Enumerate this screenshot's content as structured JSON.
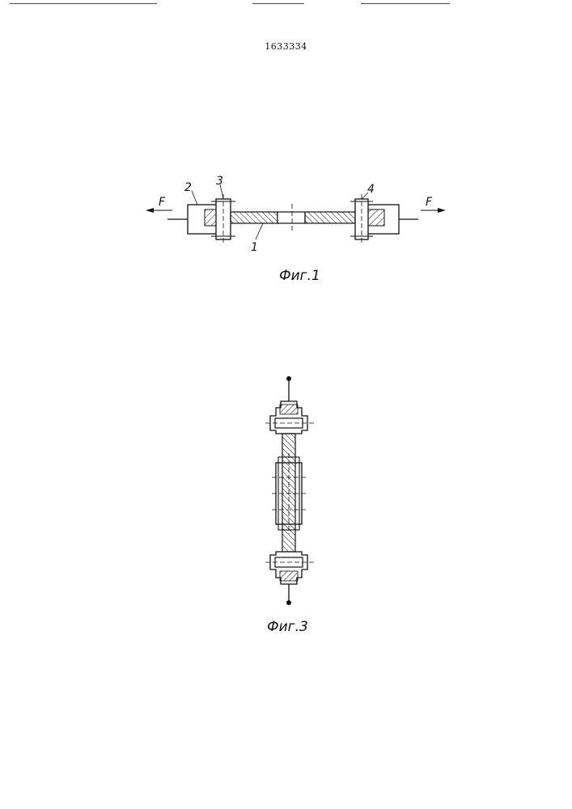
{
  "document": {
    "patent_number": "1633334"
  },
  "figure1": {
    "caption": "Фиг.1",
    "labels": {
      "part1": "1",
      "part2": "2",
      "part3": "3",
      "part4": "4",
      "force_left": "F",
      "force_right": "F"
    }
  },
  "figure3": {
    "caption": "Фиг.3"
  }
}
